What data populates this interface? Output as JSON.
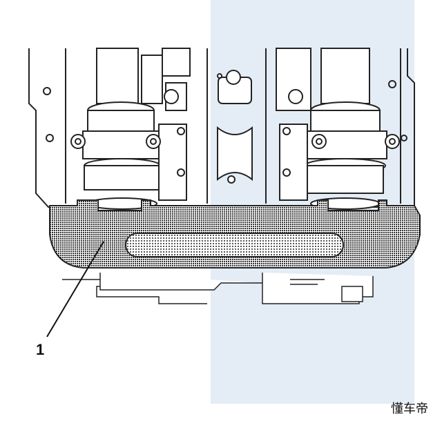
{
  "diagram": {
    "callouts": [
      {
        "label": "1",
        "target": "timing-tool"
      }
    ],
    "colors": {
      "line": "#222222",
      "tool_fill": "#8a8a8a",
      "watermark_panel": "#e4ecf5"
    }
  },
  "watermark": {
    "text": "懂车帝"
  }
}
